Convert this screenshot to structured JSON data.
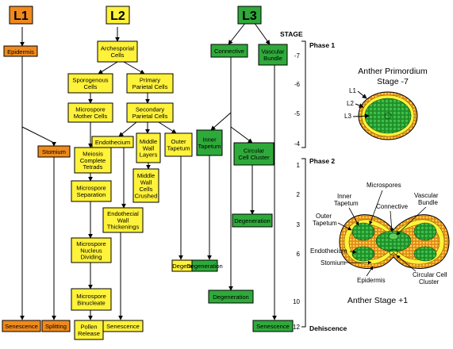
{
  "colors": {
    "l1": "#f08a1c",
    "l2": "#fff23a",
    "l3": "#2eaa3a",
    "ink": "#000000"
  },
  "headers": {
    "l1": "L1",
    "l2": "L2",
    "l3": "L3"
  },
  "stage_label": "STAGE",
  "phases": {
    "phase1": "Phase 1",
    "phase2": "Phase 2",
    "dehiscence": "Dehiscence"
  },
  "stage_ticks": [
    "-7",
    "-6",
    "-5",
    "-4",
    "1",
    "2",
    "3",
    "6",
    "10",
    "12"
  ],
  "nodes": {
    "epidermis": "Epidermis",
    "stomium": "Stomium",
    "senescence_l1": "Senescence",
    "splitting": "Splitting",
    "archesporial": [
      "Archesporial",
      "Cells"
    ],
    "sporogenous": [
      "Sporogenous",
      "Cells"
    ],
    "primary_parietal": [
      "Primary",
      "Parietal Cells"
    ],
    "microspore_mother": [
      "Microspore",
      "Mother Cells"
    ],
    "secondary_parietal": [
      "Secondary",
      "Parietal Cells"
    ],
    "meiosis": [
      "Meiosis",
      "Complete",
      "Tetrads"
    ],
    "microspore_separation": [
      "Microspore",
      "Separation"
    ],
    "endothecium": "Endothecium",
    "middle_wall_layers": [
      "Middle",
      "Wall",
      "Layers"
    ],
    "outer_tapetum": [
      "Outer",
      "Tapetum"
    ],
    "middle_wall_crushed": [
      "Middle",
      "Wall",
      "Cells",
      "Crushed"
    ],
    "endothecial_thickenings": [
      "Endothecial",
      "Wall",
      "Thickenings"
    ],
    "microspore_nucleus_dividing": [
      "Microspore",
      "Nucleus",
      "Dividing"
    ],
    "microspore_binucleate": [
      "Microspore",
      "Binucleate"
    ],
    "pollen_release": [
      "Pollen",
      "Release"
    ],
    "senescence_l2": "Senescence",
    "degeneration_l2": "Degeneration",
    "connective": "Connective",
    "vascular_bundle": [
      "Vascular",
      "Bundle"
    ],
    "inner_tapetum": [
      "Inner",
      "Tapetum"
    ],
    "circular_cell_cluster": [
      "Circular",
      "Cell Cluster"
    ],
    "degeneration_ccc": "Degeneration",
    "degeneration_conn": "Degeneration",
    "senescence_l3": "Senescence"
  },
  "primordium": {
    "title": [
      "Anther Primordium",
      "Stage -7"
    ],
    "layers": [
      "L1",
      "L2",
      "L3"
    ]
  },
  "anther": {
    "title": "Anther Stage +1",
    "labels": {
      "inner_tapetum": [
        "Inner",
        "Tapetum"
      ],
      "microspores": "Microspores",
      "vascular_bundle": [
        "Vascular",
        "Bundle"
      ],
      "outer_tapetum": [
        "Outer",
        "Tapetum"
      ],
      "connective": "Connective",
      "endothecium": "Endothecium",
      "stomium": "Stomium",
      "epidermis": "Epidermis",
      "circular_cell_cluster": [
        "Circular Cell",
        "Cluster"
      ]
    }
  }
}
